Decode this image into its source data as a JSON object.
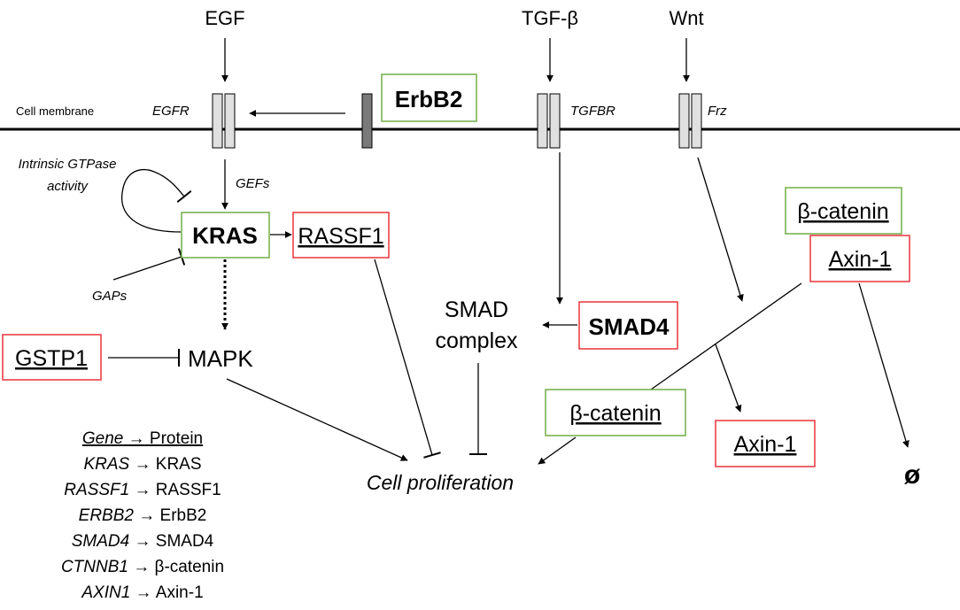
{
  "ligands": {
    "egf": "EGF",
    "tgfb": "TGF-β",
    "wnt": "Wnt"
  },
  "membrane": {
    "label": "Cell membrane"
  },
  "receptors": {
    "egfr": "EGFR",
    "tgfbr": "TGFBR",
    "frz": "Frz"
  },
  "nodes": {
    "erbb2": "ErbB2",
    "kras": "KRAS",
    "rassf1": "RASSF1",
    "gstp1": "GSTP1",
    "mapk": "MAPK",
    "smad_complex_line1": "SMAD",
    "smad_complex_line2": "complex",
    "smad4": "SMAD4",
    "beta_catenin_top": "β-catenin",
    "axin1_top": "Axin-1",
    "beta_catenin_mid": "β-catenin",
    "axin1_mid": "Axin-1",
    "null": "ø",
    "cell_proliferation": "Cell proliferation"
  },
  "annotations": {
    "intrinsic_line1": "Intrinsic GTPase",
    "intrinsic_line2": "activity",
    "gefs": "GEFs",
    "gaps": "GAPs"
  },
  "legend": {
    "header_gene": "Gene",
    "header_protein": "Protein",
    "arrow": "→",
    "rows": [
      {
        "gene": "KRAS",
        "protein": "KRAS"
      },
      {
        "gene": "RASSF1",
        "protein": "RASSF1"
      },
      {
        "gene": "ERBB2",
        "protein": "ErbB2"
      },
      {
        "gene": "SMAD4",
        "protein": "SMAD4"
      },
      {
        "gene": "CTNNB1",
        "protein": "β-catenin"
      },
      {
        "gene": "AXIN1",
        "protein": "Axin-1"
      }
    ]
  },
  "colors": {
    "activated_box": "#70ad47",
    "inactivated_box": "#e8343a",
    "receptor_fill": "#e0e0e0",
    "erbb2_receptor_fill": "#7a7a7a",
    "line": "#000000"
  }
}
